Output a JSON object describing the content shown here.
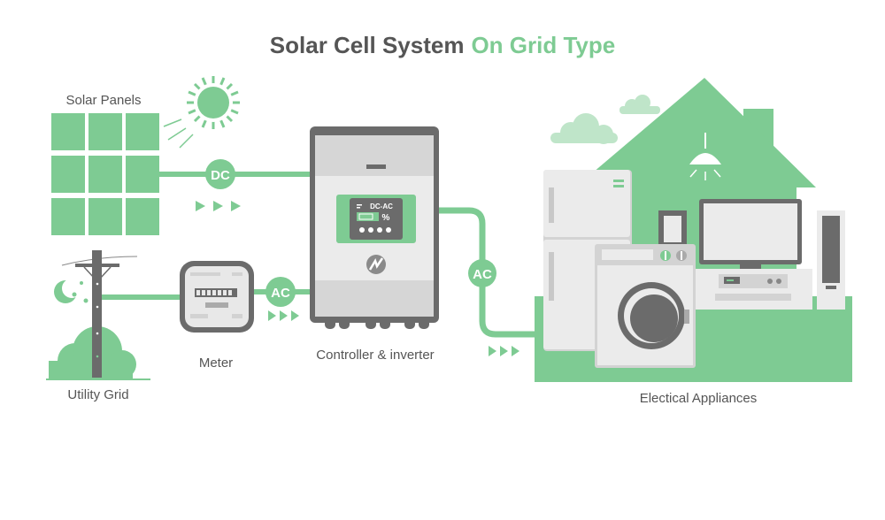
{
  "title": {
    "part1": "Solar Cell System",
    "part2": "On Grid Type"
  },
  "labels": {
    "solar_panels": "Solar Panels",
    "utility_grid": "Utility Grid",
    "meter": "Meter",
    "controller": "Controller & inverter",
    "appliances": "Electical Appliances"
  },
  "badges": {
    "dc": "DC",
    "ac_meter": "AC",
    "ac_out": "AC"
  },
  "inverter_display": {
    "mode": "DC-AC",
    "unit": "%"
  },
  "colors": {
    "green": "#7ecb93",
    "dark": "#6b6b6b",
    "light": "#e8e8e8",
    "title": "#555555"
  }
}
